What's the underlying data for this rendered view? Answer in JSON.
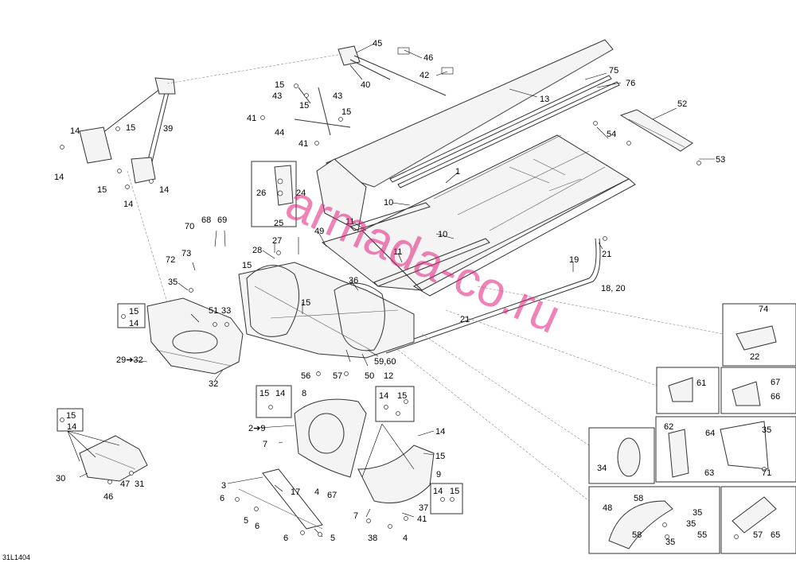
{
  "figure_code": "31L1404",
  "watermark": "armada-co.ru",
  "callouts": {
    "c1": "1",
    "c3": "3",
    "c4a": "4",
    "c4b": "4",
    "c5a": "5",
    "c5b": "5",
    "c6a": "6",
    "c6b": "6",
    "c6c": "6",
    "c7a": "7",
    "c7b": "7",
    "c8": "8",
    "c9": "9",
    "c10a": "10",
    "c10b": "10",
    "c11a": "11",
    "c11b": "11",
    "c12": "12",
    "c13": "13",
    "c14a": "14",
    "c14b": "14",
    "c14c": "14",
    "c14d": "14",
    "c14e": "14",
    "c14f": "14",
    "c14g": "14",
    "c14h": "14",
    "c14i": "14",
    "c14j": "14",
    "c15a": "15",
    "c15b": "15",
    "c15c": "15",
    "c15d": "15",
    "c15e": "15",
    "c15f": "15",
    "c15g": "15",
    "c15h": "15",
    "c15i": "15",
    "c15j": "15",
    "c15k": "15",
    "c15l": "15",
    "c15m": "15",
    "c17": "17",
    "c18_20": "18, 20",
    "c19": "19",
    "c21a": "21",
    "c21b": "21",
    "c22": "22",
    "c24": "24",
    "c25": "25",
    "c26": "26",
    "c27": "27",
    "c28": "28",
    "c2to9": "2➔9",
    "c29to32": "29➔32",
    "c30": "30",
    "c31": "31",
    "c32": "32",
    "c33": "33",
    "c34": "34",
    "c35a": "35",
    "c35b": "35",
    "c35c": "35",
    "c35d": "35",
    "c36": "36",
    "c37": "37",
    "c38": "38",
    "c39": "39",
    "c40": "40",
    "c41a": "41",
    "c41b": "41",
    "c41c": "41",
    "c42": "42",
    "c43a": "43",
    "c43b": "43",
    "c44": "44",
    "c45": "45",
    "c46a": "46",
    "c46b": "46",
    "c47": "47",
    "c48": "48",
    "c49": "49",
    "c50": "50",
    "c51": "51",
    "c52": "52",
    "c53": "53",
    "c54": "54",
    "c55": "55",
    "c56": "56",
    "c57a": "57",
    "c57b": "57",
    "c58a": "58",
    "c58b": "58",
    "c59_60": "59,60",
    "c61": "61",
    "c62": "62",
    "c63": "63",
    "c64": "64",
    "c65": "65",
    "c66": "66",
    "c67a": "67",
    "c67b": "67",
    "c68": "68",
    "c69": "69",
    "c70": "70",
    "c71": "71",
    "c72": "72",
    "c73": "73",
    "c74": "74",
    "c75": "75",
    "c76": "76"
  }
}
